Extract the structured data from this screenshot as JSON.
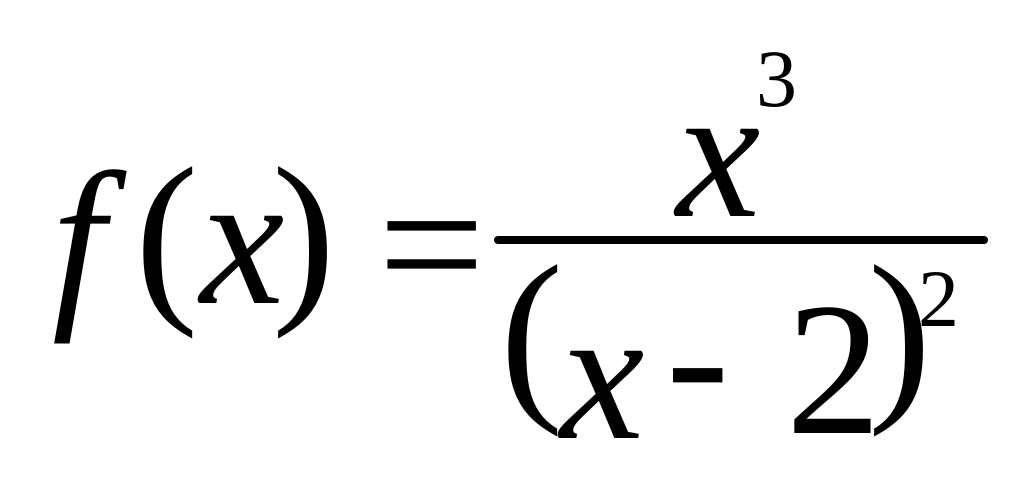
{
  "formula": {
    "lhs": {
      "function_name": "f",
      "open_paren": "(",
      "variable": "x",
      "close_paren": ")"
    },
    "equals": "=",
    "numerator": {
      "base": "x",
      "exponent": "3"
    },
    "denominator": {
      "open_paren": "(",
      "variable": "x",
      "operator": "-",
      "constant": "2",
      "close_paren": ")",
      "exponent": "2"
    }
  }
}
